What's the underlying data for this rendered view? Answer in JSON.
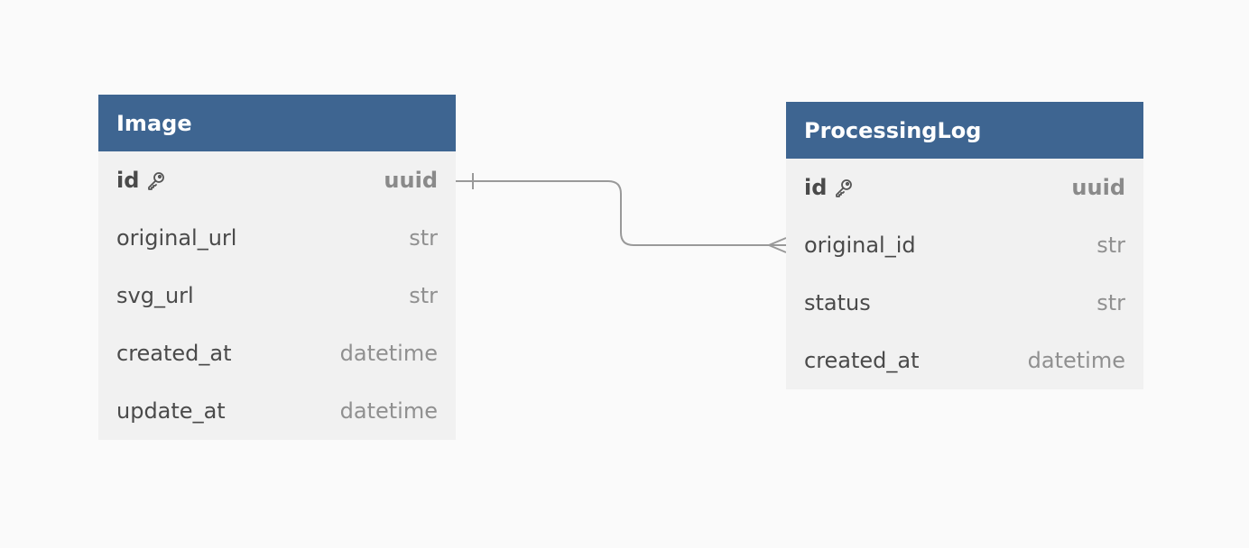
{
  "tables": [
    {
      "name": "Image",
      "columns": [
        {
          "name": "id",
          "type": "uuid"
        },
        {
          "name": "original_url",
          "type": "str"
        },
        {
          "name": "svg_url",
          "type": "str"
        },
        {
          "name": "created_at",
          "type": "datetime"
        },
        {
          "name": "update_at",
          "type": "datetime"
        }
      ]
    },
    {
      "name": "ProcessingLog",
      "columns": [
        {
          "name": "id",
          "type": "uuid"
        },
        {
          "name": "original_id",
          "type": "str"
        },
        {
          "name": "status",
          "type": "str"
        },
        {
          "name": "created_at",
          "type": "datetime"
        }
      ]
    }
  ],
  "relation": {
    "from": "Image.id",
    "to": "ProcessingLog.original_id",
    "cardinality": "one-to-many",
    "line_color": "#999999"
  },
  "colors": {
    "header_bg": "#3e6591",
    "header_text": "#ffffff",
    "body_bg": "#f1f1f1",
    "page_bg": "#fafafa"
  },
  "icons": {
    "primary_key": "key-icon"
  }
}
